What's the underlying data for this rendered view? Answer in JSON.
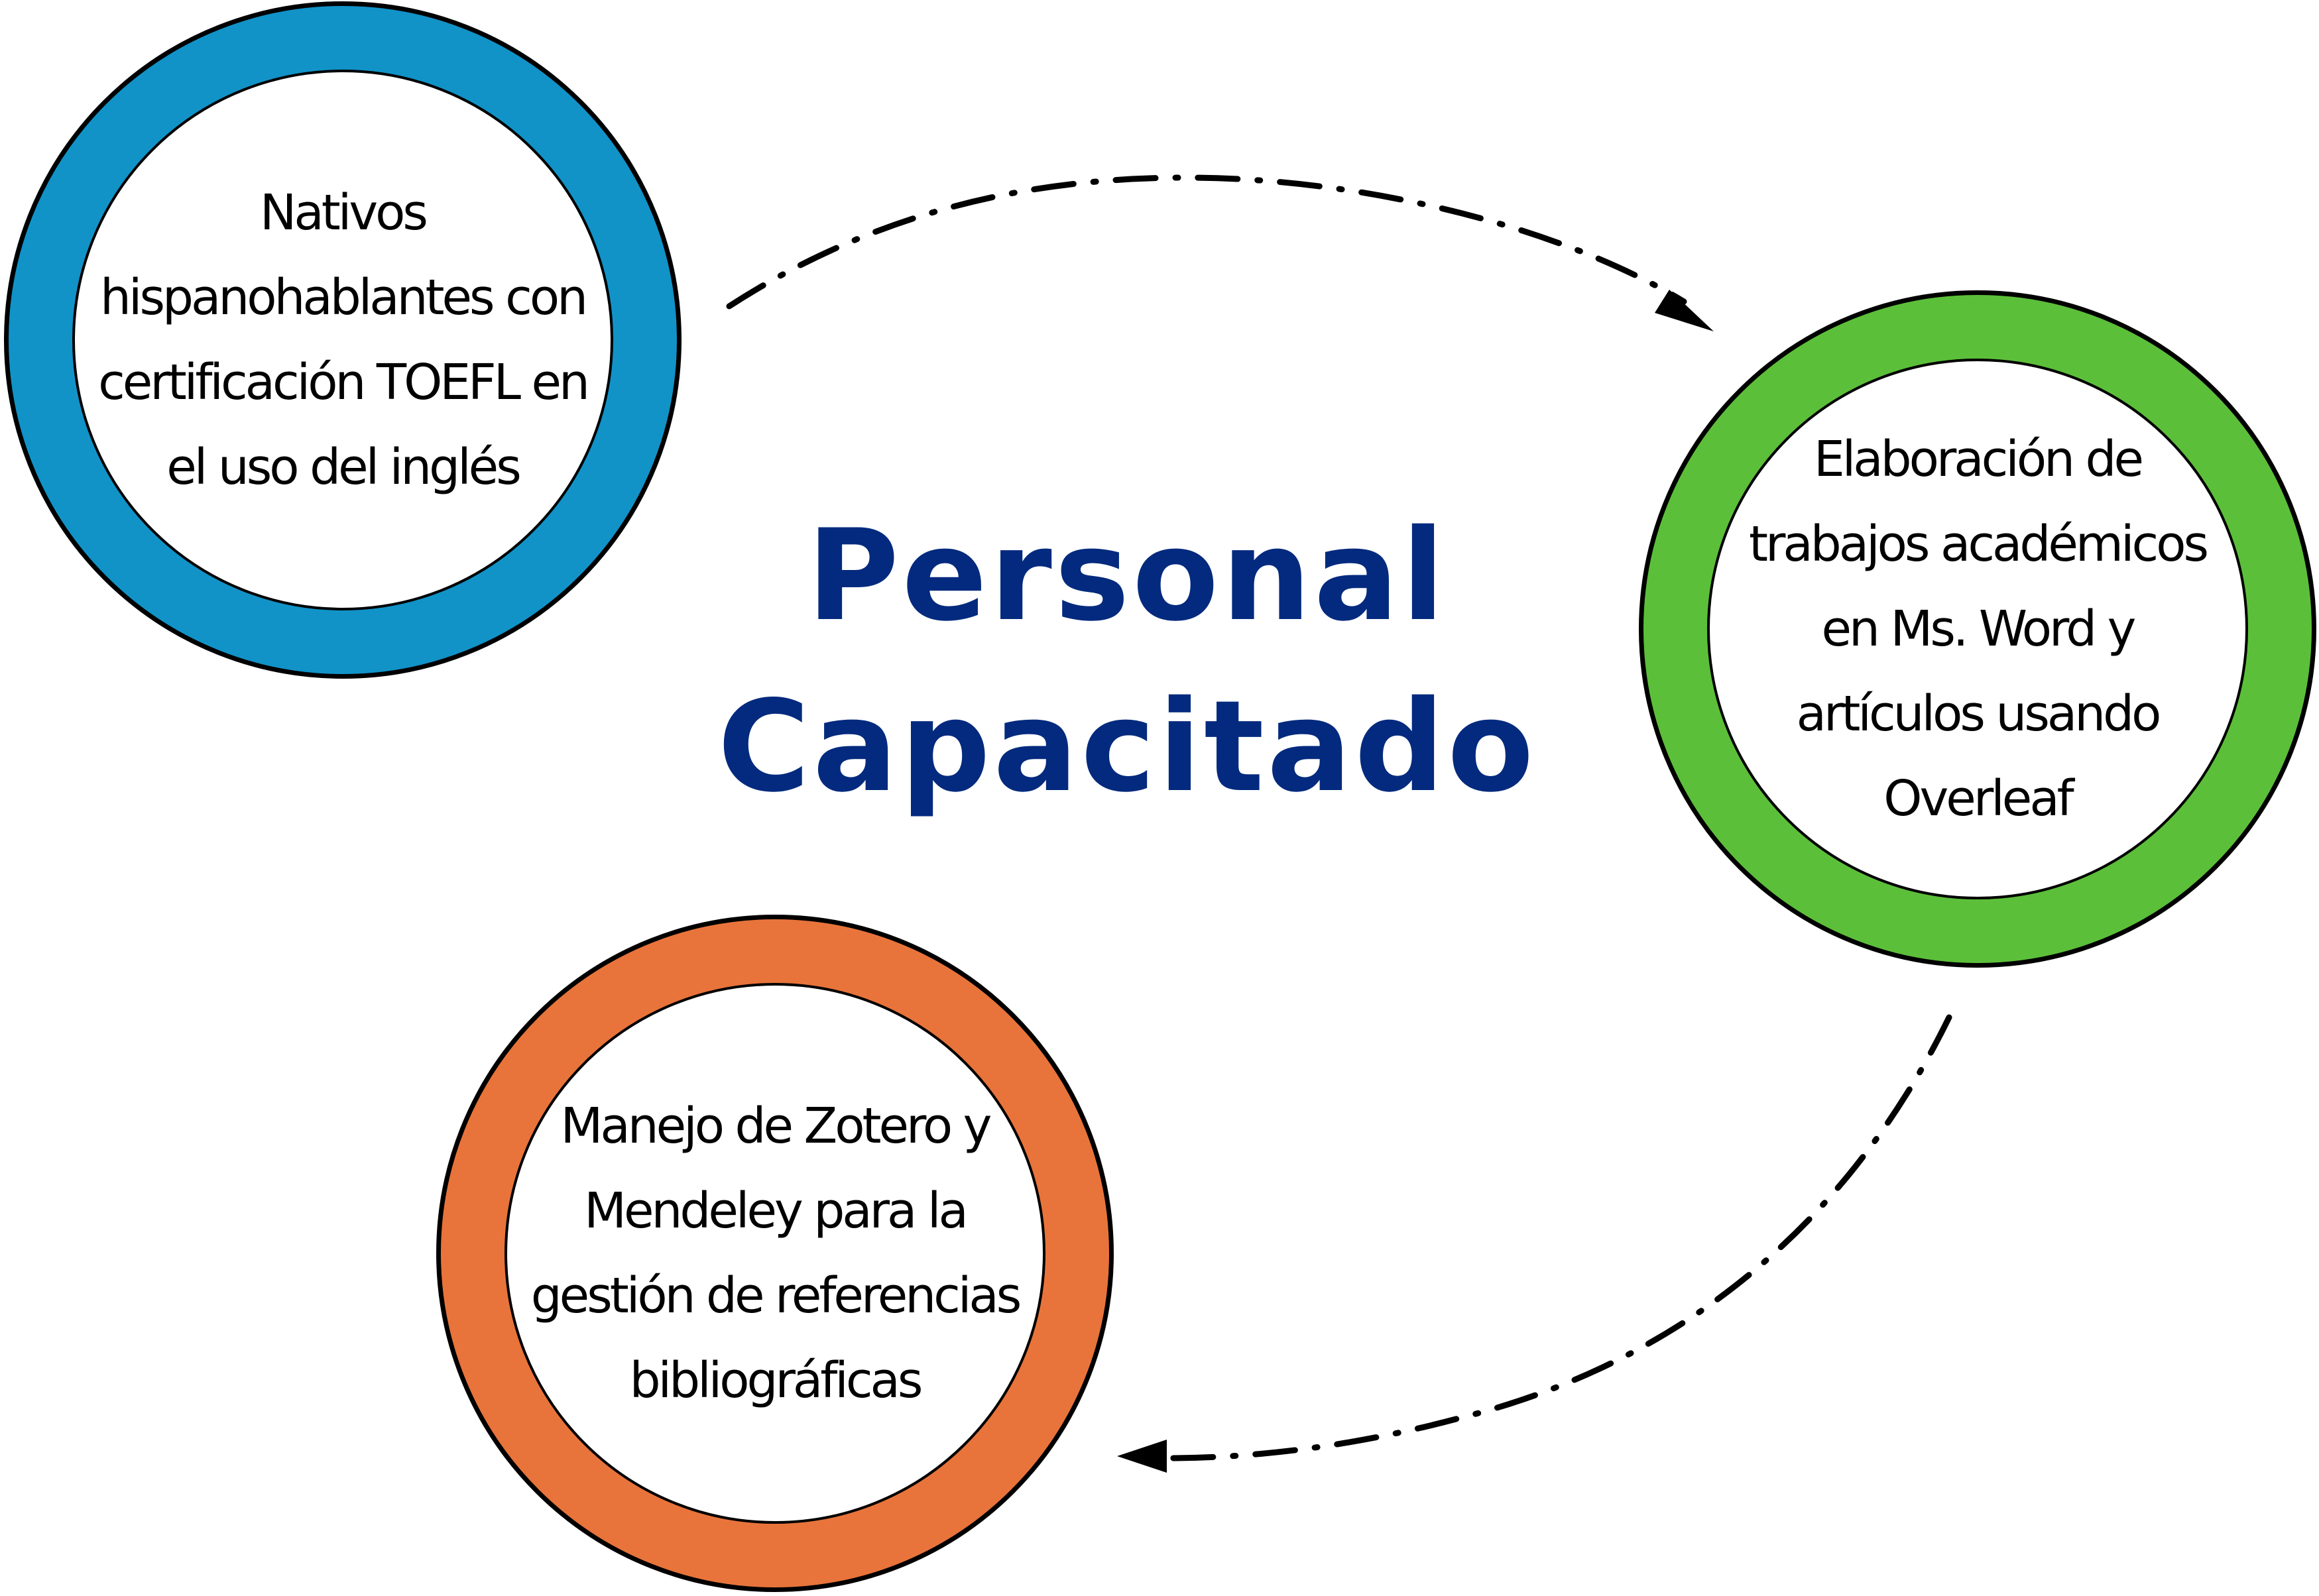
{
  "title": {
    "line1": "Personal",
    "line2": "Capacitado",
    "color": "#032A7E"
  },
  "nodes": [
    {
      "id": "native-speakers",
      "color": "#1193C8",
      "lines": [
        "Nativos",
        "hispanohablantes con",
        "certificación TOEFL en",
        "el uso del inglés"
      ]
    },
    {
      "id": "academic-writing",
      "color": "#5CBF3A",
      "lines": [
        "Elaboración de",
        "trabajos académicos",
        "en Ms. Word y",
        "artículos usando",
        "Overleaf"
      ]
    },
    {
      "id": "reference-management",
      "color": "#E8743B",
      "lines": [
        "Manejo de Zotero y",
        "Mendeley para la",
        "gestión de referencias",
        "bibliográficas"
      ]
    }
  ],
  "arrows": [
    {
      "from": "native-speakers",
      "to": "academic-writing",
      "style": "dash-dot"
    },
    {
      "from": "academic-writing",
      "to": "reference-management",
      "style": "dash-dot"
    }
  ]
}
